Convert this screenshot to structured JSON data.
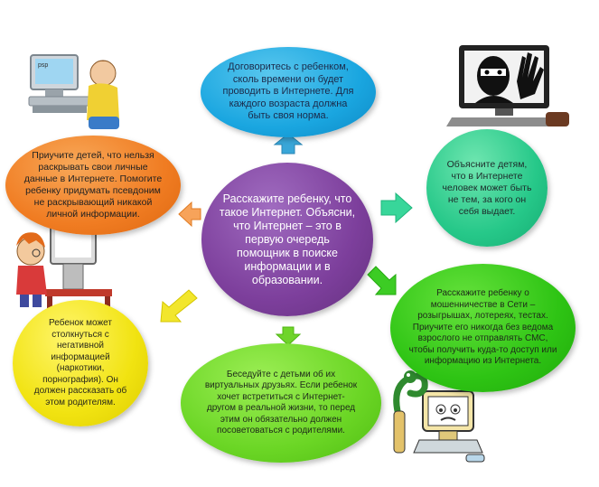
{
  "diagram": {
    "center_text": "Расскажите ребенку, что такое Интернет. Объясни, что Интернет – это в первую очередь помощник в поиске информации и в образовании.",
    "top_text": "Договоритесь с ребенком, сколь времени он будет проводить в Интернете. Для каждого возраста должна быть своя норма.",
    "left_text": "Приучите детей, что нельзя раскрывать свои личные данные в Интернете. Помогите ребенку придумать псевдоним не раскрывающий никакой личной информации.",
    "right_text": "Объясните детям, что в Интернете человек может быть не тем, за кого он себя выдает.",
    "bottom_right_text": "Расскажите ребенку о мошенничестве в Сети – розыгрышах, лотереях, тестах. Приучите его никогда без ведома взрослого не отправлять СМС, чтобы получить куда-то доступ или информацию из Интернета.",
    "bottom_text": "Беседуйте с детьми об их виртуальных друзьях. Если ребенок хочет встретиться с Интернет-другом в реальной жизни, то перед этим он обязательно должен посоветоваться с родителями.",
    "bottom_left_text": "Ребенок может столкнуться с негативной информацией (наркотики, порнография). Он должен рассказать об этом родителям.",
    "monitor_label": "psp"
  },
  "colors": {
    "center": "#7d3f9c",
    "top": "#1aa6e0",
    "left": "#f07c22",
    "right": "#26c889",
    "bottom_right": "#2ec414",
    "bottom": "#6bd625",
    "bottom_left": "#f1e311"
  },
  "icons": [
    "child-at-computer-icon",
    "hacker-at-computer-icon",
    "boy-at-computer-icon",
    "snake-computer-icon"
  ]
}
